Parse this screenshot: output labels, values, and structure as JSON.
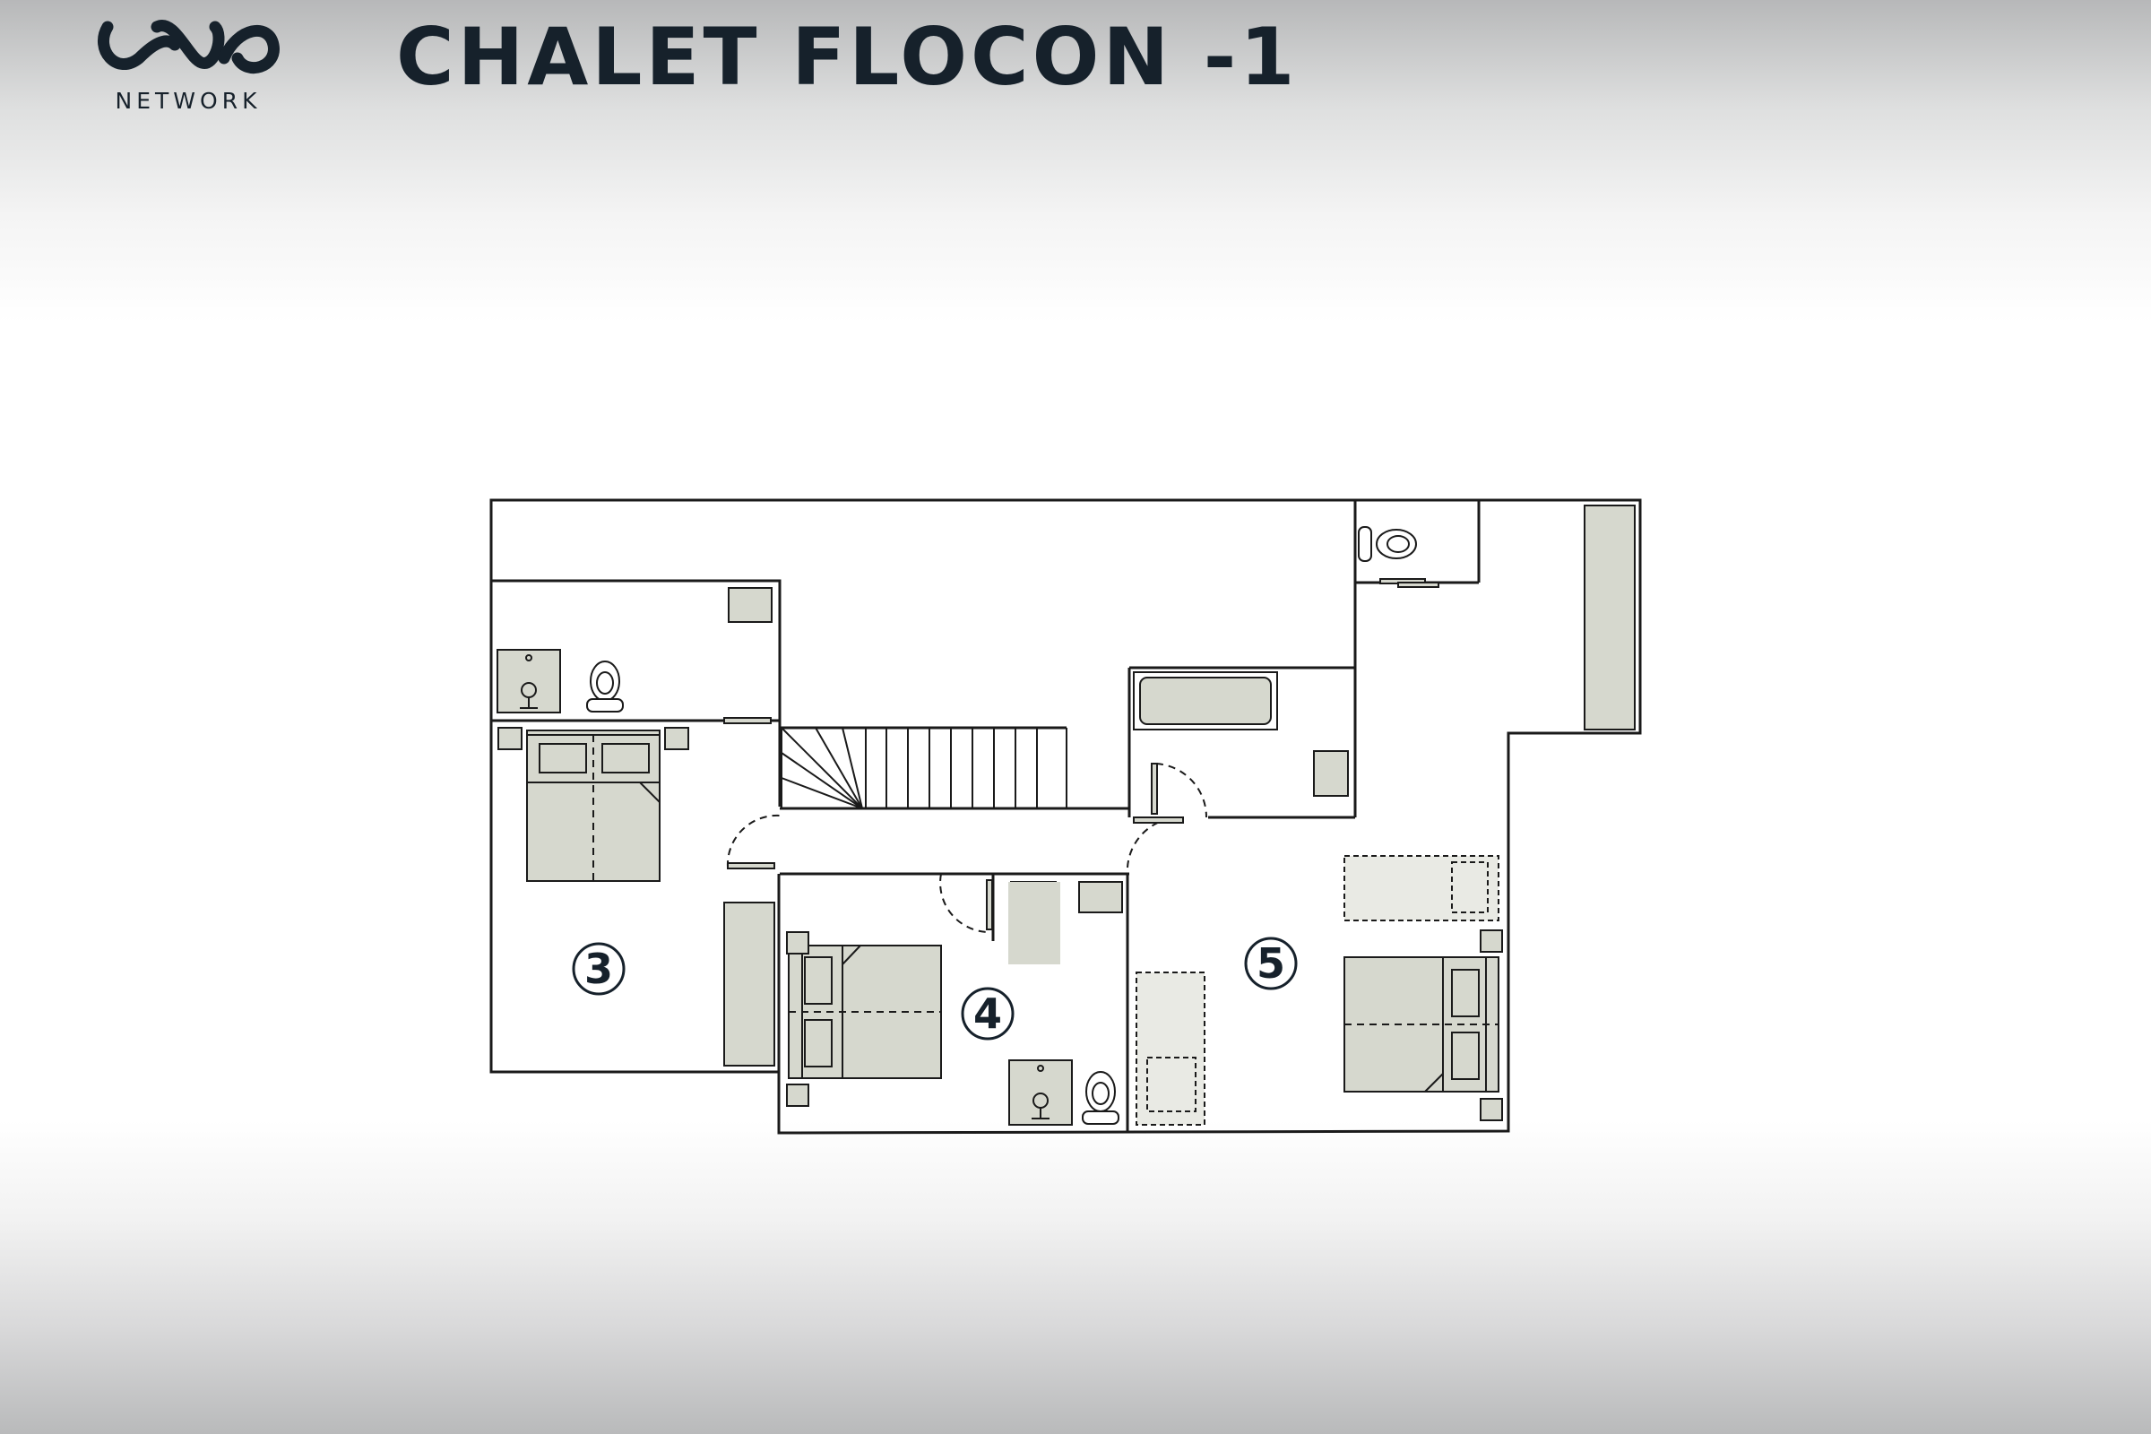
{
  "header": {
    "logo_text": "NETWORK",
    "title": "CHALET FLOCON -1"
  },
  "rooms": [
    {
      "id": "3",
      "label": "3"
    },
    {
      "id": "4",
      "label": "4"
    },
    {
      "id": "5",
      "label": "5"
    }
  ],
  "colors": {
    "ink": "#16212b",
    "furniture_fill": "#d6d8ce",
    "furniture_fill_light": "#e9eae4",
    "wall_stroke": "#1a1a1a"
  }
}
